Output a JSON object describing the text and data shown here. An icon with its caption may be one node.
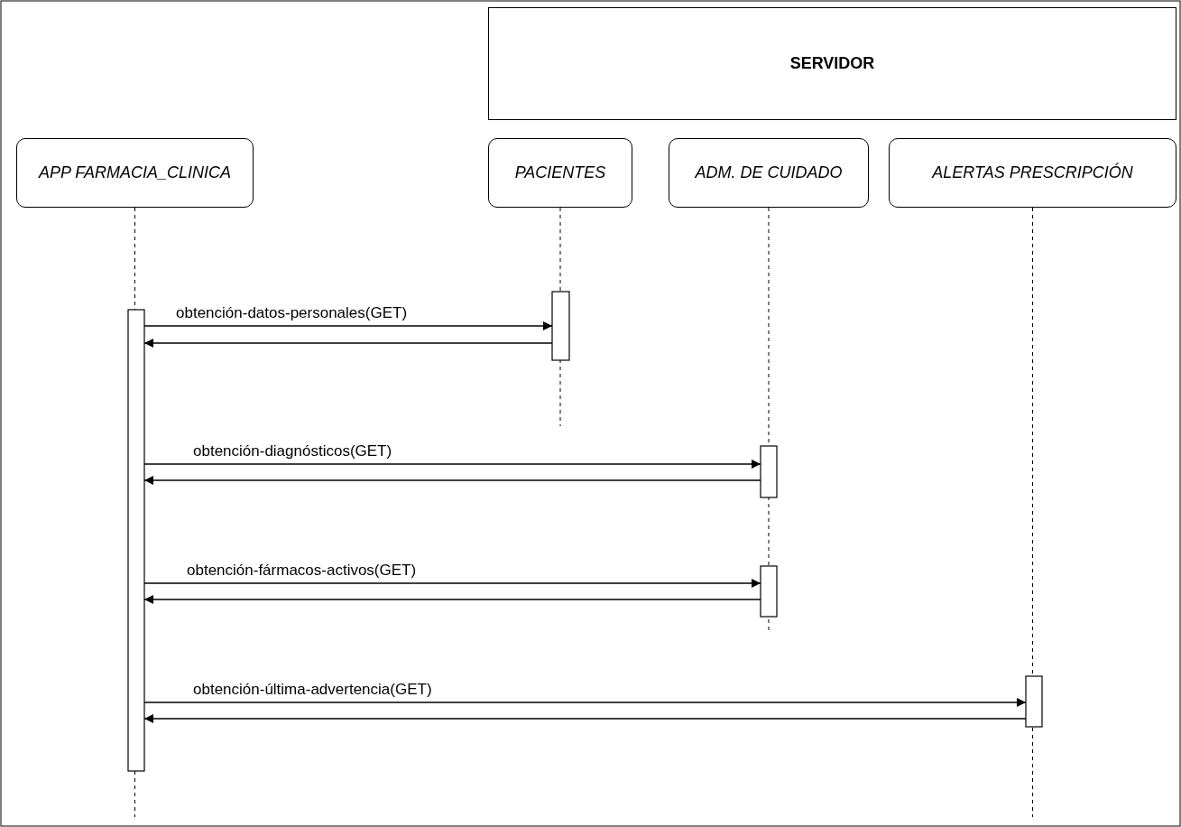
{
  "diagram": {
    "nodes": [
      {
        "text": [
          "SERVIDOR"
        ]
      },
      {
        "text": [
          "APP FARMACIA_CLINICA"
        ]
      },
      {
        "text": [
          "PACIENTES"
        ]
      },
      {
        "text": [
          "ADM. DE CUIDADO"
        ]
      },
      {
        "text": [
          "ALERTAS PRESCRIPCIÓN"
        ]
      },
      {
        "text": [],
        "shape": "bar"
      },
      {
        "text": [],
        "shape": "bar"
      },
      {
        "text": [],
        "shape": "bar"
      },
      {
        "text": [],
        "shape": "bar"
      },
      {
        "text": [],
        "shape": "bar"
      }
    ],
    "edges": [
      {
        "from": 5,
        "to": 6,
        "arrow": "to",
        "label": "obtención-datos-personales(GET)"
      },
      {
        "from": 6,
        "to": 5,
        "arrow": "to"
      },
      {
        "from": 5,
        "to": 7,
        "arrow": "to",
        "label": "obtención-diagnósticos(GET)"
      },
      {
        "from": 7,
        "to": 5,
        "arrow": "to"
      },
      {
        "from": 5,
        "to": 8,
        "arrow": "to",
        "label": "obtención-fármacos-activos(GET)"
      },
      {
        "from": 8,
        "to": 5,
        "arrow": "to"
      },
      {
        "from": 5,
        "to": 9,
        "arrow": "to",
        "label": "obtención-última-advertencia(GET)"
      },
      {
        "from": 9,
        "to": 5,
        "arrow": "to"
      }
    ]
  }
}
